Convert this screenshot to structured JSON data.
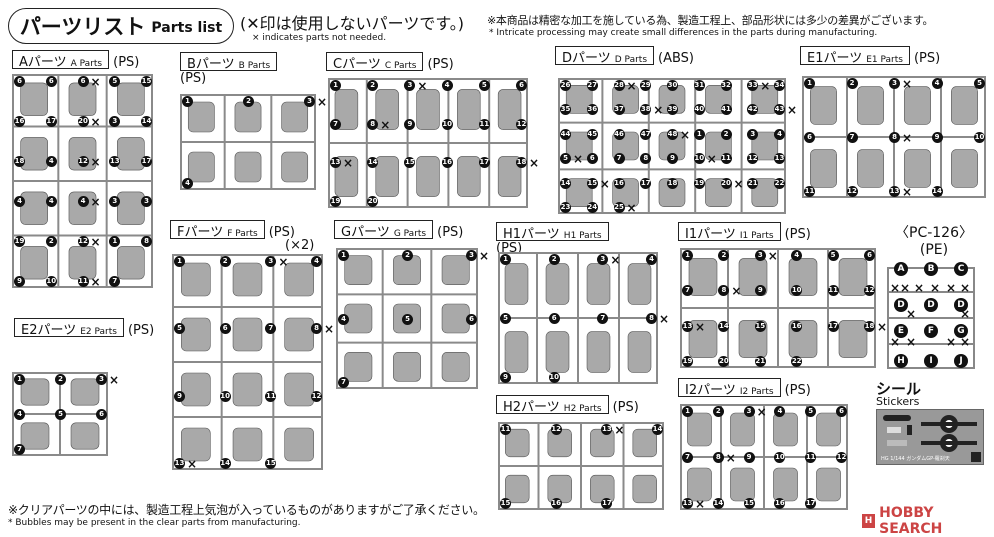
{
  "header": {
    "title_jp": "パーツリスト",
    "title_en": "Parts list",
    "x_note_jp": "(✕印は使用しないパーツです。)",
    "x_note_en": "× indicates parts not needed.",
    "mfg_note_jp": "※本商品は精密な加工を施している為、製造工程上、部品形状には多少の差異がございます。",
    "mfg_note_en": "* Intricate processing may create small differences in the parts during manufacturing."
  },
  "sections": [
    {
      "id": "a",
      "jp": "Aパーツ",
      "en": "A Parts",
      "mat": "(PS)",
      "parts": [
        "6",
        "6",
        "6",
        "5",
        "15",
        "16",
        "17",
        "20",
        "3",
        "14",
        "18",
        "4",
        "12",
        "13",
        "17",
        "4",
        "4",
        "4",
        "3",
        "3",
        "19",
        "2",
        "12",
        "1",
        "8",
        "9",
        "10",
        "11",
        "7"
      ]
    },
    {
      "id": "b",
      "jp": "Bパーツ",
      "en": "B Parts",
      "mat": "(PS)",
      "parts": [
        "1",
        "2",
        "3",
        "4"
      ]
    },
    {
      "id": "c",
      "jp": "Cパーツ",
      "en": "C Parts",
      "mat": "(PS)",
      "parts": [
        "1",
        "2",
        "3",
        "4",
        "5",
        "6",
        "7",
        "8",
        "9",
        "10",
        "11",
        "12",
        "13",
        "14",
        "15",
        "16",
        "17",
        "18",
        "19",
        "20"
      ]
    },
    {
      "id": "d",
      "jp": "Dパーツ",
      "en": "D Parts",
      "mat": "(ABS)",
      "parts": [
        "26",
        "27",
        "28",
        "29",
        "30",
        "31",
        "32",
        "33",
        "34",
        "35",
        "36",
        "37",
        "38",
        "39",
        "40",
        "41",
        "42",
        "43",
        "44",
        "45",
        "46",
        "47",
        "48",
        "1",
        "2",
        "3",
        "4",
        "5",
        "6",
        "7",
        "8",
        "9",
        "10",
        "11",
        "12",
        "13",
        "14",
        "15",
        "16",
        "17",
        "18",
        "19",
        "20",
        "21",
        "22",
        "23",
        "24",
        "25"
      ]
    },
    {
      "id": "e1",
      "jp": "E1パーツ",
      "en": "E1 Parts",
      "mat": "(PS)",
      "parts": [
        "1",
        "2",
        "3",
        "4",
        "5",
        "6",
        "7",
        "8",
        "9",
        "10",
        "11",
        "12",
        "13",
        "14"
      ]
    },
    {
      "id": "e2",
      "jp": "E2パーツ",
      "en": "E2 Parts",
      "mat": "(PS)",
      "parts": [
        "1",
        "2",
        "3",
        "4",
        "5",
        "6",
        "7"
      ]
    },
    {
      "id": "f",
      "jp": "Fパーツ",
      "en": "F Parts",
      "mat": "(PS)",
      "qty": "(×2)",
      "parts": [
        "1",
        "2",
        "3",
        "4",
        "5",
        "6",
        "7",
        "8",
        "9",
        "10",
        "11",
        "12",
        "13",
        "14",
        "15"
      ]
    },
    {
      "id": "g",
      "jp": "Gパーツ",
      "en": "G Parts",
      "mat": "(PS)",
      "parts": [
        "1",
        "2",
        "3",
        "4",
        "5",
        "6",
        "7"
      ]
    },
    {
      "id": "h1",
      "jp": "H1パーツ",
      "en": "H1 Parts",
      "mat": "(PS)",
      "parts": [
        "1",
        "2",
        "3",
        "4",
        "5",
        "6",
        "7",
        "8",
        "9",
        "10"
      ]
    },
    {
      "id": "h2",
      "jp": "H2パーツ",
      "en": "H2 Parts",
      "mat": "(PS)",
      "parts": [
        "11",
        "12",
        "13",
        "14",
        "15",
        "16",
        "17"
      ]
    },
    {
      "id": "i1",
      "jp": "I1パーツ",
      "en": "I1 Parts",
      "mat": "(PS)",
      "parts": [
        "1",
        "2",
        "3",
        "4",
        "5",
        "6",
        "7",
        "8",
        "9",
        "10",
        "11",
        "12",
        "13",
        "14",
        "15",
        "16",
        "17",
        "18",
        "19",
        "20",
        "21",
        "22"
      ]
    },
    {
      "id": "i2",
      "jp": "I2パーツ",
      "en": "I2 Parts",
      "mat": "(PS)",
      "parts": [
        "1",
        "2",
        "3",
        "4",
        "5",
        "6",
        "7",
        "8",
        "9",
        "10",
        "11",
        "12",
        "13",
        "14",
        "15",
        "16",
        "17"
      ]
    }
  ],
  "pe": {
    "name": "〈PC-126〉",
    "mat": "(PE)",
    "parts": [
      "A",
      "B",
      "C",
      "D",
      "D",
      "D",
      "E",
      "F",
      "G",
      "H",
      "I",
      "J"
    ]
  },
  "stickers": {
    "jp": "シール",
    "en": "Stickers",
    "caption": "HG 1/144 ガンダムGP-羅刹天"
  },
  "footer": {
    "jp": "※クリアパーツの中には、製造工程上気泡が入っているものがありますがご了承ください。",
    "en": "* Bubbles may be present in the clear parts from manufacturing."
  },
  "watermark": "HOBBY SEARCH",
  "colors": {
    "ink": "#111111",
    "runner": "#8a8a8a",
    "part": "#a9a9a9",
    "logo": "#cc4444"
  }
}
